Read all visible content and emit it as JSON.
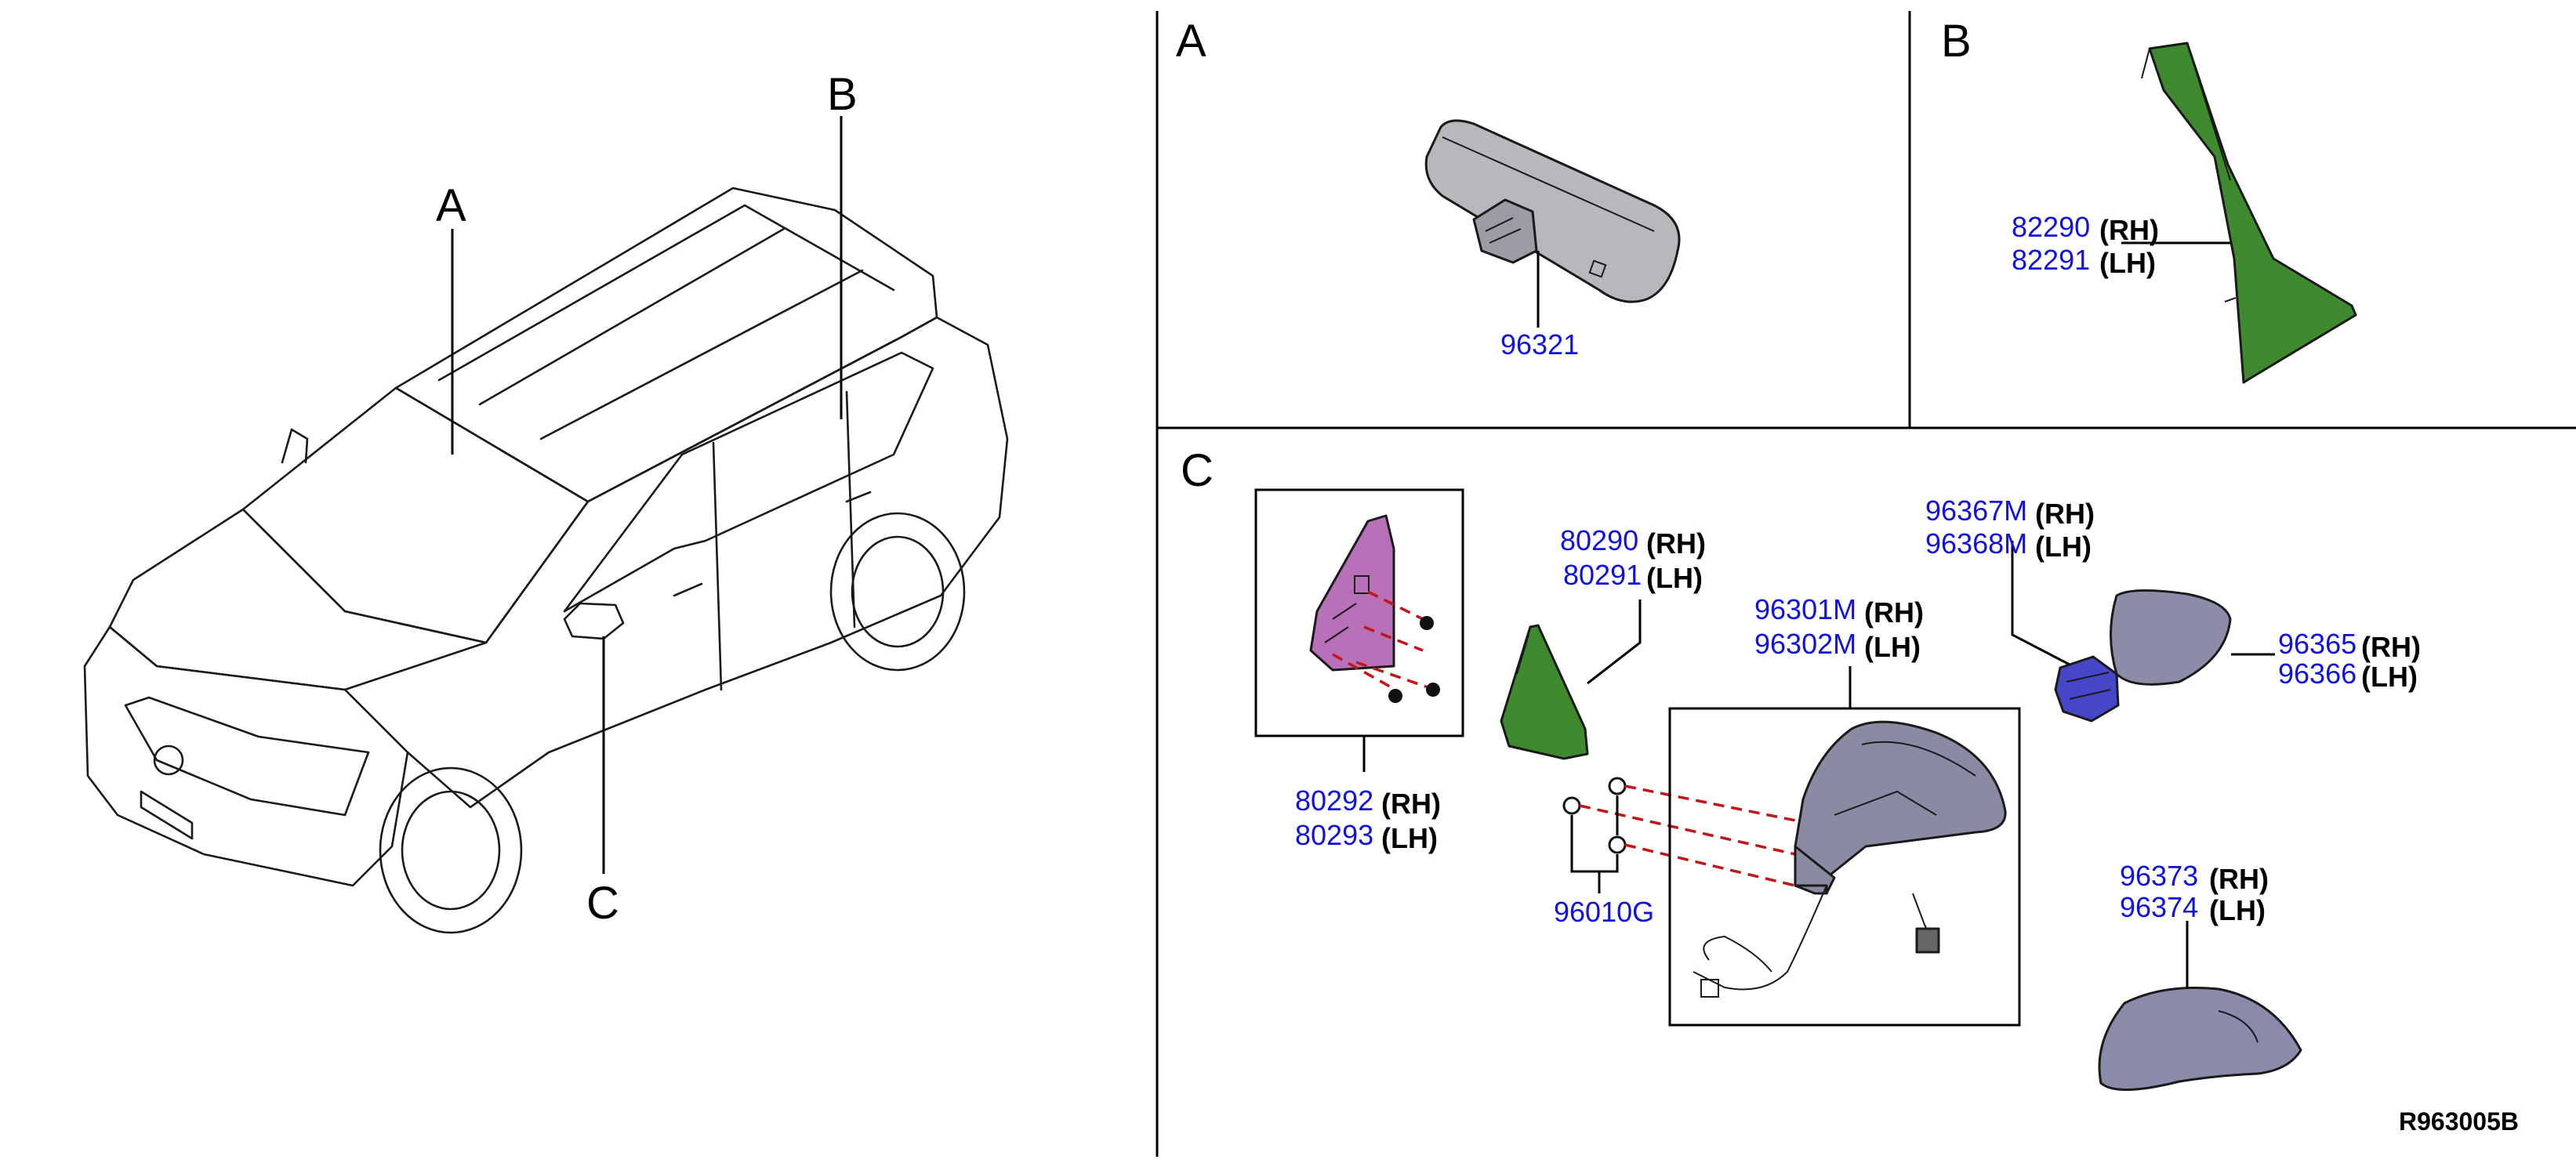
{
  "overview": {
    "label_a": "A",
    "label_b": "B",
    "label_c": "C"
  },
  "section_a": {
    "label": "A",
    "parts": [
      {
        "number": "96321"
      }
    ]
  },
  "section_b": {
    "label": "B",
    "parts": [
      {
        "number": "82290",
        "side": "(RH)"
      },
      {
        "number": "82291",
        "side": "(LH)"
      }
    ]
  },
  "section_c": {
    "label": "C",
    "parts": [
      {
        "number": "80292",
        "side": "(RH)"
      },
      {
        "number": "80293",
        "side": "(LH)"
      },
      {
        "number": "80290",
        "side": "(RH)"
      },
      {
        "number": "80291",
        "side": "(LH)"
      },
      {
        "number": "96010G"
      },
      {
        "number": "96301M",
        "side": "(RH)"
      },
      {
        "number": "96302M",
        "side": "(LH)"
      },
      {
        "number": "96367M",
        "side": "(RH)"
      },
      {
        "number": "96368M",
        "side": "(LH)"
      },
      {
        "number": "96365",
        "side": "(RH)"
      },
      {
        "number": "96366",
        "side": "(LH)"
      },
      {
        "number": "96373",
        "side": "(RH)"
      },
      {
        "number": "96374",
        "side": "(LH)"
      }
    ]
  },
  "diagram_code": "R963005B",
  "colors": {
    "part_number_text": "#1010e0",
    "rearview_mirror_body": "#b8b8bc",
    "triangle_panel": "#3f8a2e",
    "mounting_bracket": "#b870b8",
    "mirror_assembly": "#8a8aa2",
    "mirror_glass": "#8c8ca8",
    "mirror_cover": "#8a8aaa",
    "actuator": "#4646c8",
    "screw_dash_line": "#c01818"
  }
}
